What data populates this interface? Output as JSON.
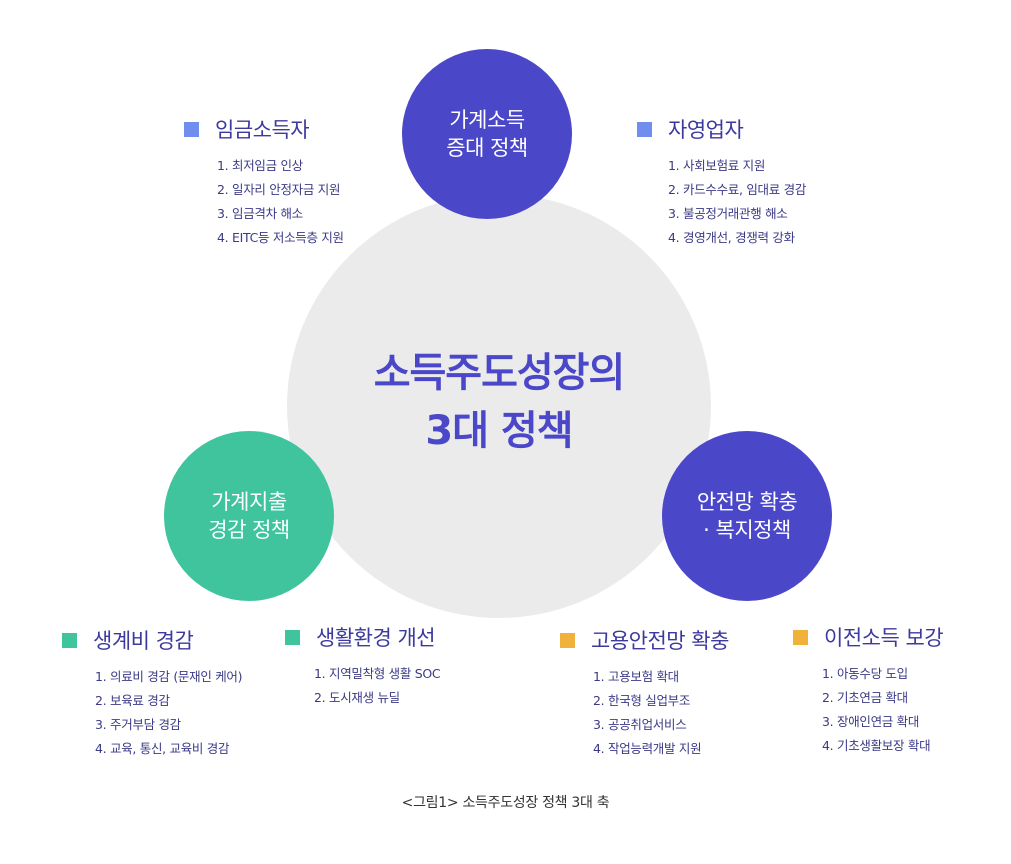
{
  "center": {
    "line1": "소득주도성장의",
    "line2": "3대 정책"
  },
  "circles": {
    "top": {
      "line1": "가계소득",
      "line2": "증대 정책"
    },
    "left": {
      "line1": "가계지출",
      "line2": "경감 정책"
    },
    "right": {
      "line1": "안전망 확충",
      "line2": "· 복지정책"
    }
  },
  "groups": {
    "wage": {
      "title": "임금소득자",
      "items": [
        "1. 최저임금 인상",
        "2. 일자리 안정자금 지원",
        "3. 임금격차 해소",
        "4. EITC등 저소득층 지원"
      ]
    },
    "self": {
      "title": "자영업자",
      "items": [
        "1. 사회보험료 지원",
        "2. 카드수수료, 임대료 경감",
        "3. 불공정거래관행 해소",
        "4. 경영개선, 경쟁력 강화"
      ]
    },
    "living": {
      "title": "생계비 경감",
      "items": [
        "1. 의료비 경감 (문재인 케어)",
        "2. 보육료 경감",
        "3. 주거부담 경감",
        "4. 교육, 통신, 교육비 경감"
      ]
    },
    "env": {
      "title": "생활환경 개선",
      "items": [
        "1. 지역밀착형 생활 SOC",
        "2. 도시재생 뉴딜"
      ]
    },
    "employ": {
      "title": "고용안전망 확충",
      "items": [
        "1. 고용보험 확대",
        "2. 한국형 실업부조",
        "3. 공공취업서비스",
        "4. 작업능력개발 지원"
      ]
    },
    "transfer": {
      "title": "이전소득 보강",
      "items": [
        "1. 아동수당 도입",
        "2. 기초연금 확대",
        "3. 장애인연금 확대",
        "4. 기초생활보장 확대"
      ]
    }
  },
  "colors": {
    "blue": "#4b47c9",
    "green": "#3fc49d",
    "gray": "#ebebeb",
    "light_blue": "#6f8ef0",
    "orange": "#f0b23a"
  },
  "caption": "<그림1> 소득주도성장 정책 3대 축"
}
